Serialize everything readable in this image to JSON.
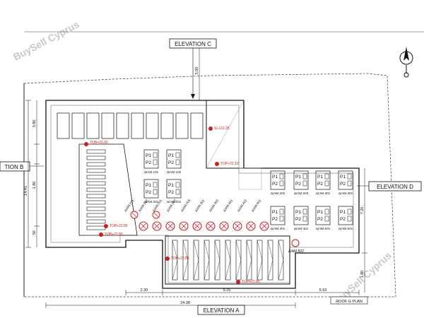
{
  "watermark": "BuySell Cyprus",
  "elevations": {
    "a": "ELEVATION A",
    "b": "TION B",
    "c": "ELEVATION C",
    "d": "ELEVATION D"
  },
  "sheet_label": "ROOF G PLAN",
  "level_marks": [
    "SL+22.25",
    "TOP+22.10",
    "TOB+23.00",
    "TOB+22.85",
    "TOB+22.85",
    "TOP+22.85",
    "TOP+22.85"
  ],
  "unit_labels": [
    "ΔIAM.101",
    "ΔIAM.102",
    "ΔIAM.201",
    "ΔIAM.202",
    "ΔIAM.203",
    "ΔIAM.301",
    "ΔIAM.302",
    "ΔIAM.401",
    "ΔIAM.501",
    "ΔIAM.502"
  ],
  "diagonal_labels": [
    "ΔIAM.101",
    "ΔIAM.102",
    "ΔIAM.201",
    "ΔIAM.202",
    "ΔIAM.203",
    "ΔIAM.301",
    "ΔIAM.302",
    "ΔIAM.401",
    "ΔIAM.402",
    "ΔIAM.501"
  ],
  "tank_labels": {
    "top": "P1",
    "bottom": "P2"
  },
  "dimensions": {
    "bottom_overall": "24.38",
    "bottom_segments": [
      "2.30",
      "9.25",
      "5.93"
    ],
    "left_overall": "14.45",
    "left_segments": [
      "3.80",
      "1.80",
      ".50"
    ],
    "top_c": "5.00",
    "right_segments": [
      "7.20",
      "1.80"
    ]
  }
}
